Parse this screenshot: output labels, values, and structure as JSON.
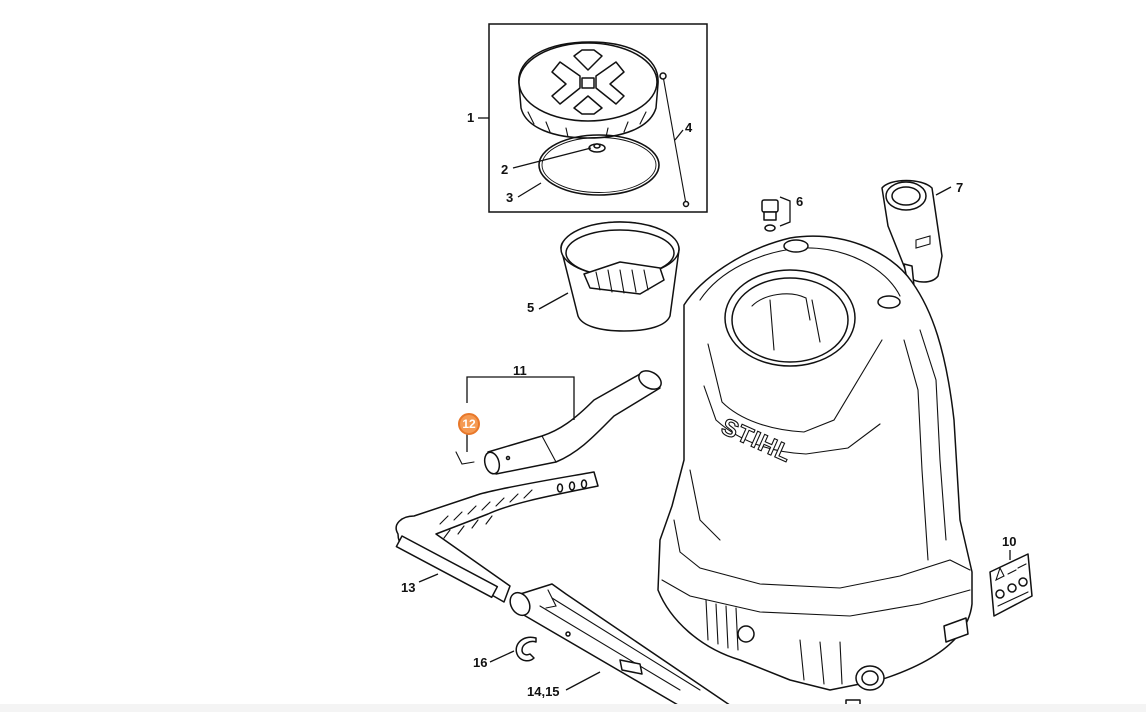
{
  "brand": {
    "logo_text": "STIHL"
  },
  "highlight_color": "#e8782a",
  "callouts": {
    "c1": "1",
    "c2": "2",
    "c3": "3",
    "c4": "4",
    "c5": "5",
    "c6": "6",
    "c7": "7",
    "c10": "10",
    "c11": "11",
    "c12": "12",
    "c13": "13",
    "c1415": "14,15",
    "c16": "16"
  }
}
